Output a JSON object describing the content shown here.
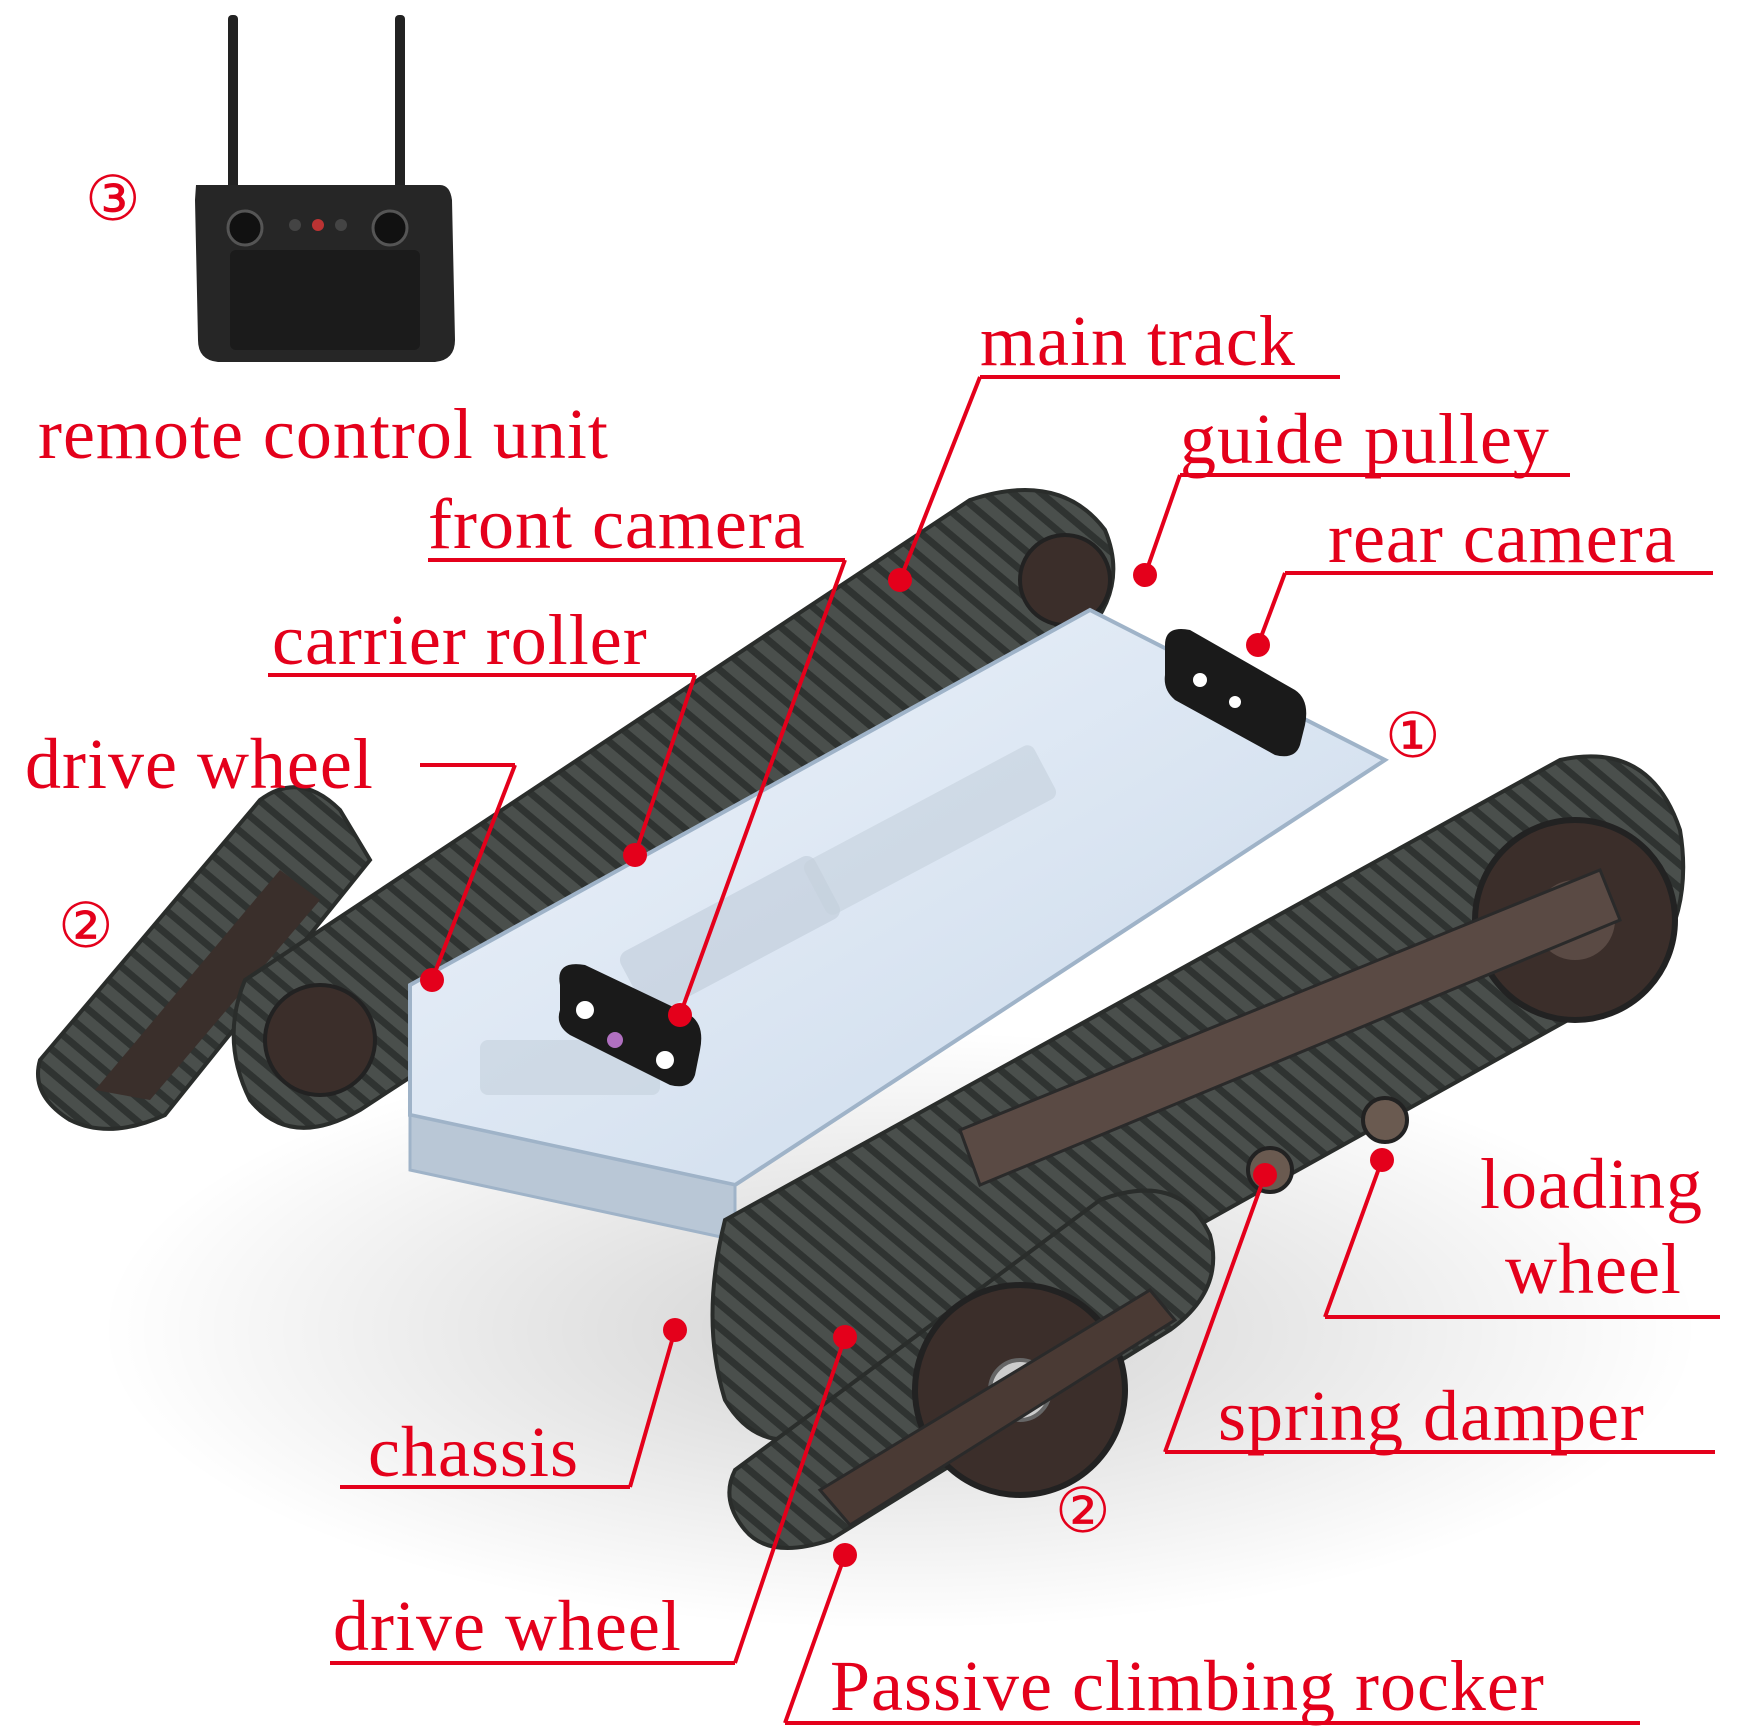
{
  "colors": {
    "annotation": "#e4001b",
    "track": "#4a4f4c",
    "track_dark": "#2f3331",
    "chassis": "#dce7f3",
    "chassis_edge": "#9fb3c8",
    "wheel": "#3b2e2a",
    "camera": "#1a1a1a",
    "remote": "#262626"
  },
  "markers": {
    "body": "①",
    "rocker": "②",
    "remote": "③"
  },
  "labels": {
    "remote_control_unit": "remote control unit",
    "main_track": "main track",
    "guide_pulley": "guide pulley",
    "front_camera": "front camera",
    "rear_camera": "rear camera",
    "carrier_roller": "carrier roller",
    "drive_wheel_left": "drive wheel",
    "drive_wheel_bottom": "drive wheel",
    "loading_wheel_1": "loading",
    "loading_wheel_2": "wheel",
    "spring_damper": "spring damper",
    "chassis": "chassis",
    "passive_climbing_rocker": "Passive climbing rocker"
  }
}
